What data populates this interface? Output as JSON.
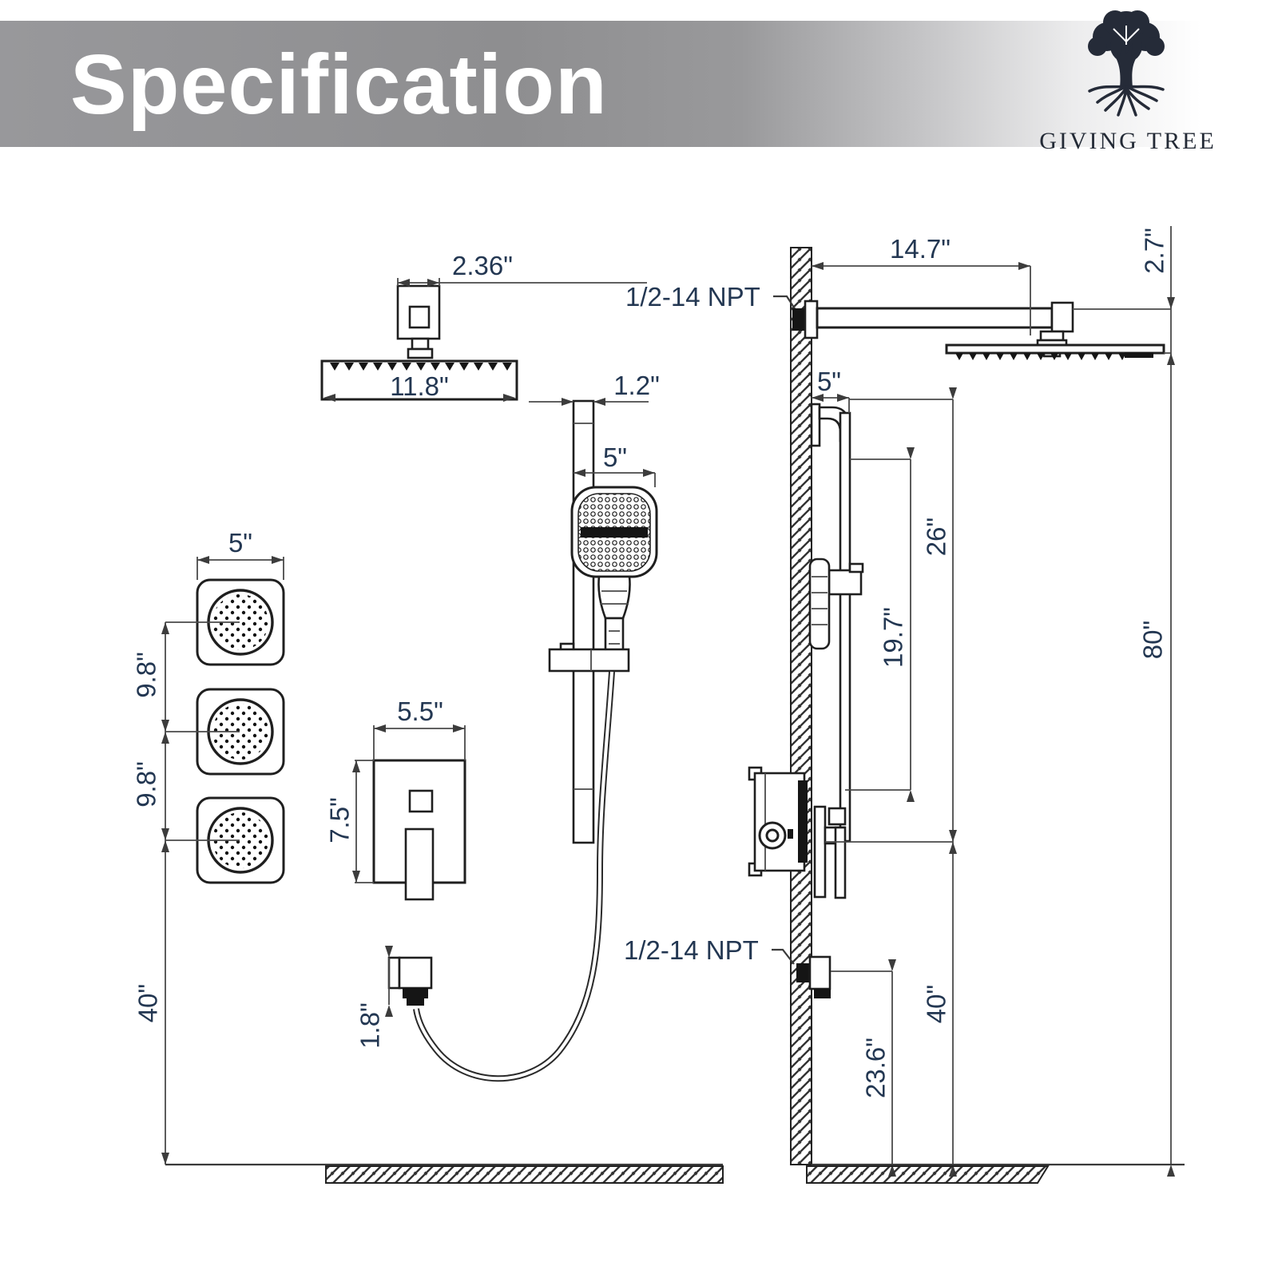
{
  "header": {
    "title": "Specification"
  },
  "brand": {
    "name": "GIVING TREE"
  },
  "front_view": {
    "rain_head": {
      "arm_width": "2.36\"",
      "head_width": "11.8\""
    },
    "slide_bar": {
      "bar_width": "1.2\"",
      "handheld_width": "5\""
    },
    "body_jets": {
      "jet_width": "5\"",
      "spacing_top": "9.8\"",
      "spacing_bottom": "9.8\"",
      "height_above_floor": "40\""
    },
    "valve": {
      "width": "5.5\"",
      "height": "7.5\""
    },
    "hose_outlet": {
      "size": "1.8\""
    }
  },
  "side_view": {
    "connections": {
      "top": "1/2-14 NPT",
      "bottom": "1/2-14 NPT"
    },
    "arm_length": "14.7\"",
    "head_drop": "2.7\"",
    "bar_wall_offset": "5\"",
    "bar_travel": "19.7\"",
    "bar_top_to_valve": "26\"",
    "valve_height": "40\"",
    "outlet_height": "23.6\"",
    "shower_height": "80\""
  },
  "colors": {
    "accent_text": "#233752",
    "line": "#1f1f1f",
    "banner_gray": "#8e8e90"
  }
}
